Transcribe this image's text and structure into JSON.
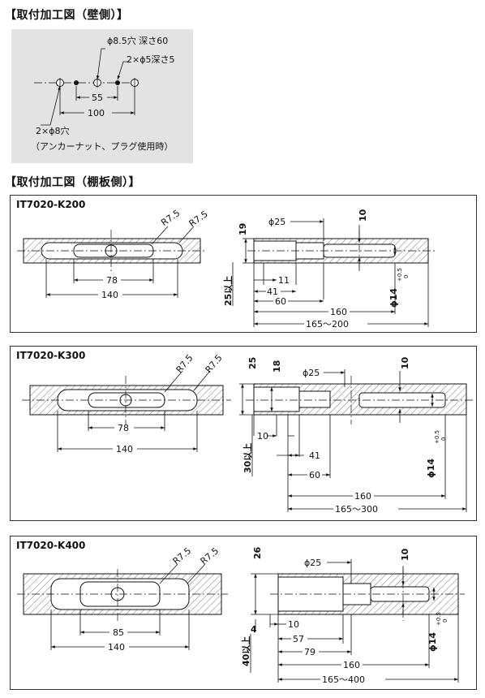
{
  "wall": {
    "heading": "【取付加工図（壁側）】",
    "label_hole_85": "ϕ8.5穴 深さ60",
    "label_hole_5": "2×ϕ5深さ5",
    "dim_55": "55",
    "dim_100": "100",
    "label_hole_8": "2×ϕ8穴",
    "label_anchor": "（アンカーナット、プラグ使用時）"
  },
  "shelf": {
    "heading": "【取付加工図（棚板側）】",
    "panels": [
      {
        "title": "IT7020-K200",
        "r1": "R7.5",
        "r2": "R7.5",
        "dim_inner": "78",
        "dim_outer": "140",
        "dim_height": "19",
        "phi25": "ϕ25",
        "dim_10": "10",
        "dim_11": "11",
        "dim_41": "41",
        "dim_60": "60",
        "dim_160": "160",
        "dim_range": "165〜200",
        "min_thickness": "25以上",
        "phi14": "ϕ14",
        "tol_plus": "+0.5",
        "tol_zero": "0"
      },
      {
        "title": "IT7020-K300",
        "r1": "R7.5",
        "r2": "R7.5",
        "dim_inner": "78",
        "dim_outer": "140",
        "dim_h1": "25",
        "dim_h2": "18",
        "phi25": "ϕ25",
        "dim_10": "10",
        "dim_10b": "10",
        "dim_41": "41",
        "dim_60": "60",
        "dim_160": "160",
        "dim_range": "165〜300",
        "min_thickness": "30以上",
        "phi14": "ϕ14",
        "tol_plus": "+0.5",
        "tol_zero": "0"
      },
      {
        "title": "IT7020-K400",
        "r1": "R7.5",
        "r2": "R7.5",
        "dim_inner": "85",
        "dim_outer": "140",
        "dim_h1": "26",
        "dim_4": "4",
        "phi25": "ϕ25",
        "dim_10": "10",
        "dim_10b": "10",
        "dim_57": "57",
        "dim_79": "79",
        "dim_160": "160",
        "dim_range": "165〜400",
        "min_thickness": "40以上",
        "phi14": "ϕ14",
        "tol_plus": "+0.5",
        "tol_zero": "0"
      }
    ]
  }
}
